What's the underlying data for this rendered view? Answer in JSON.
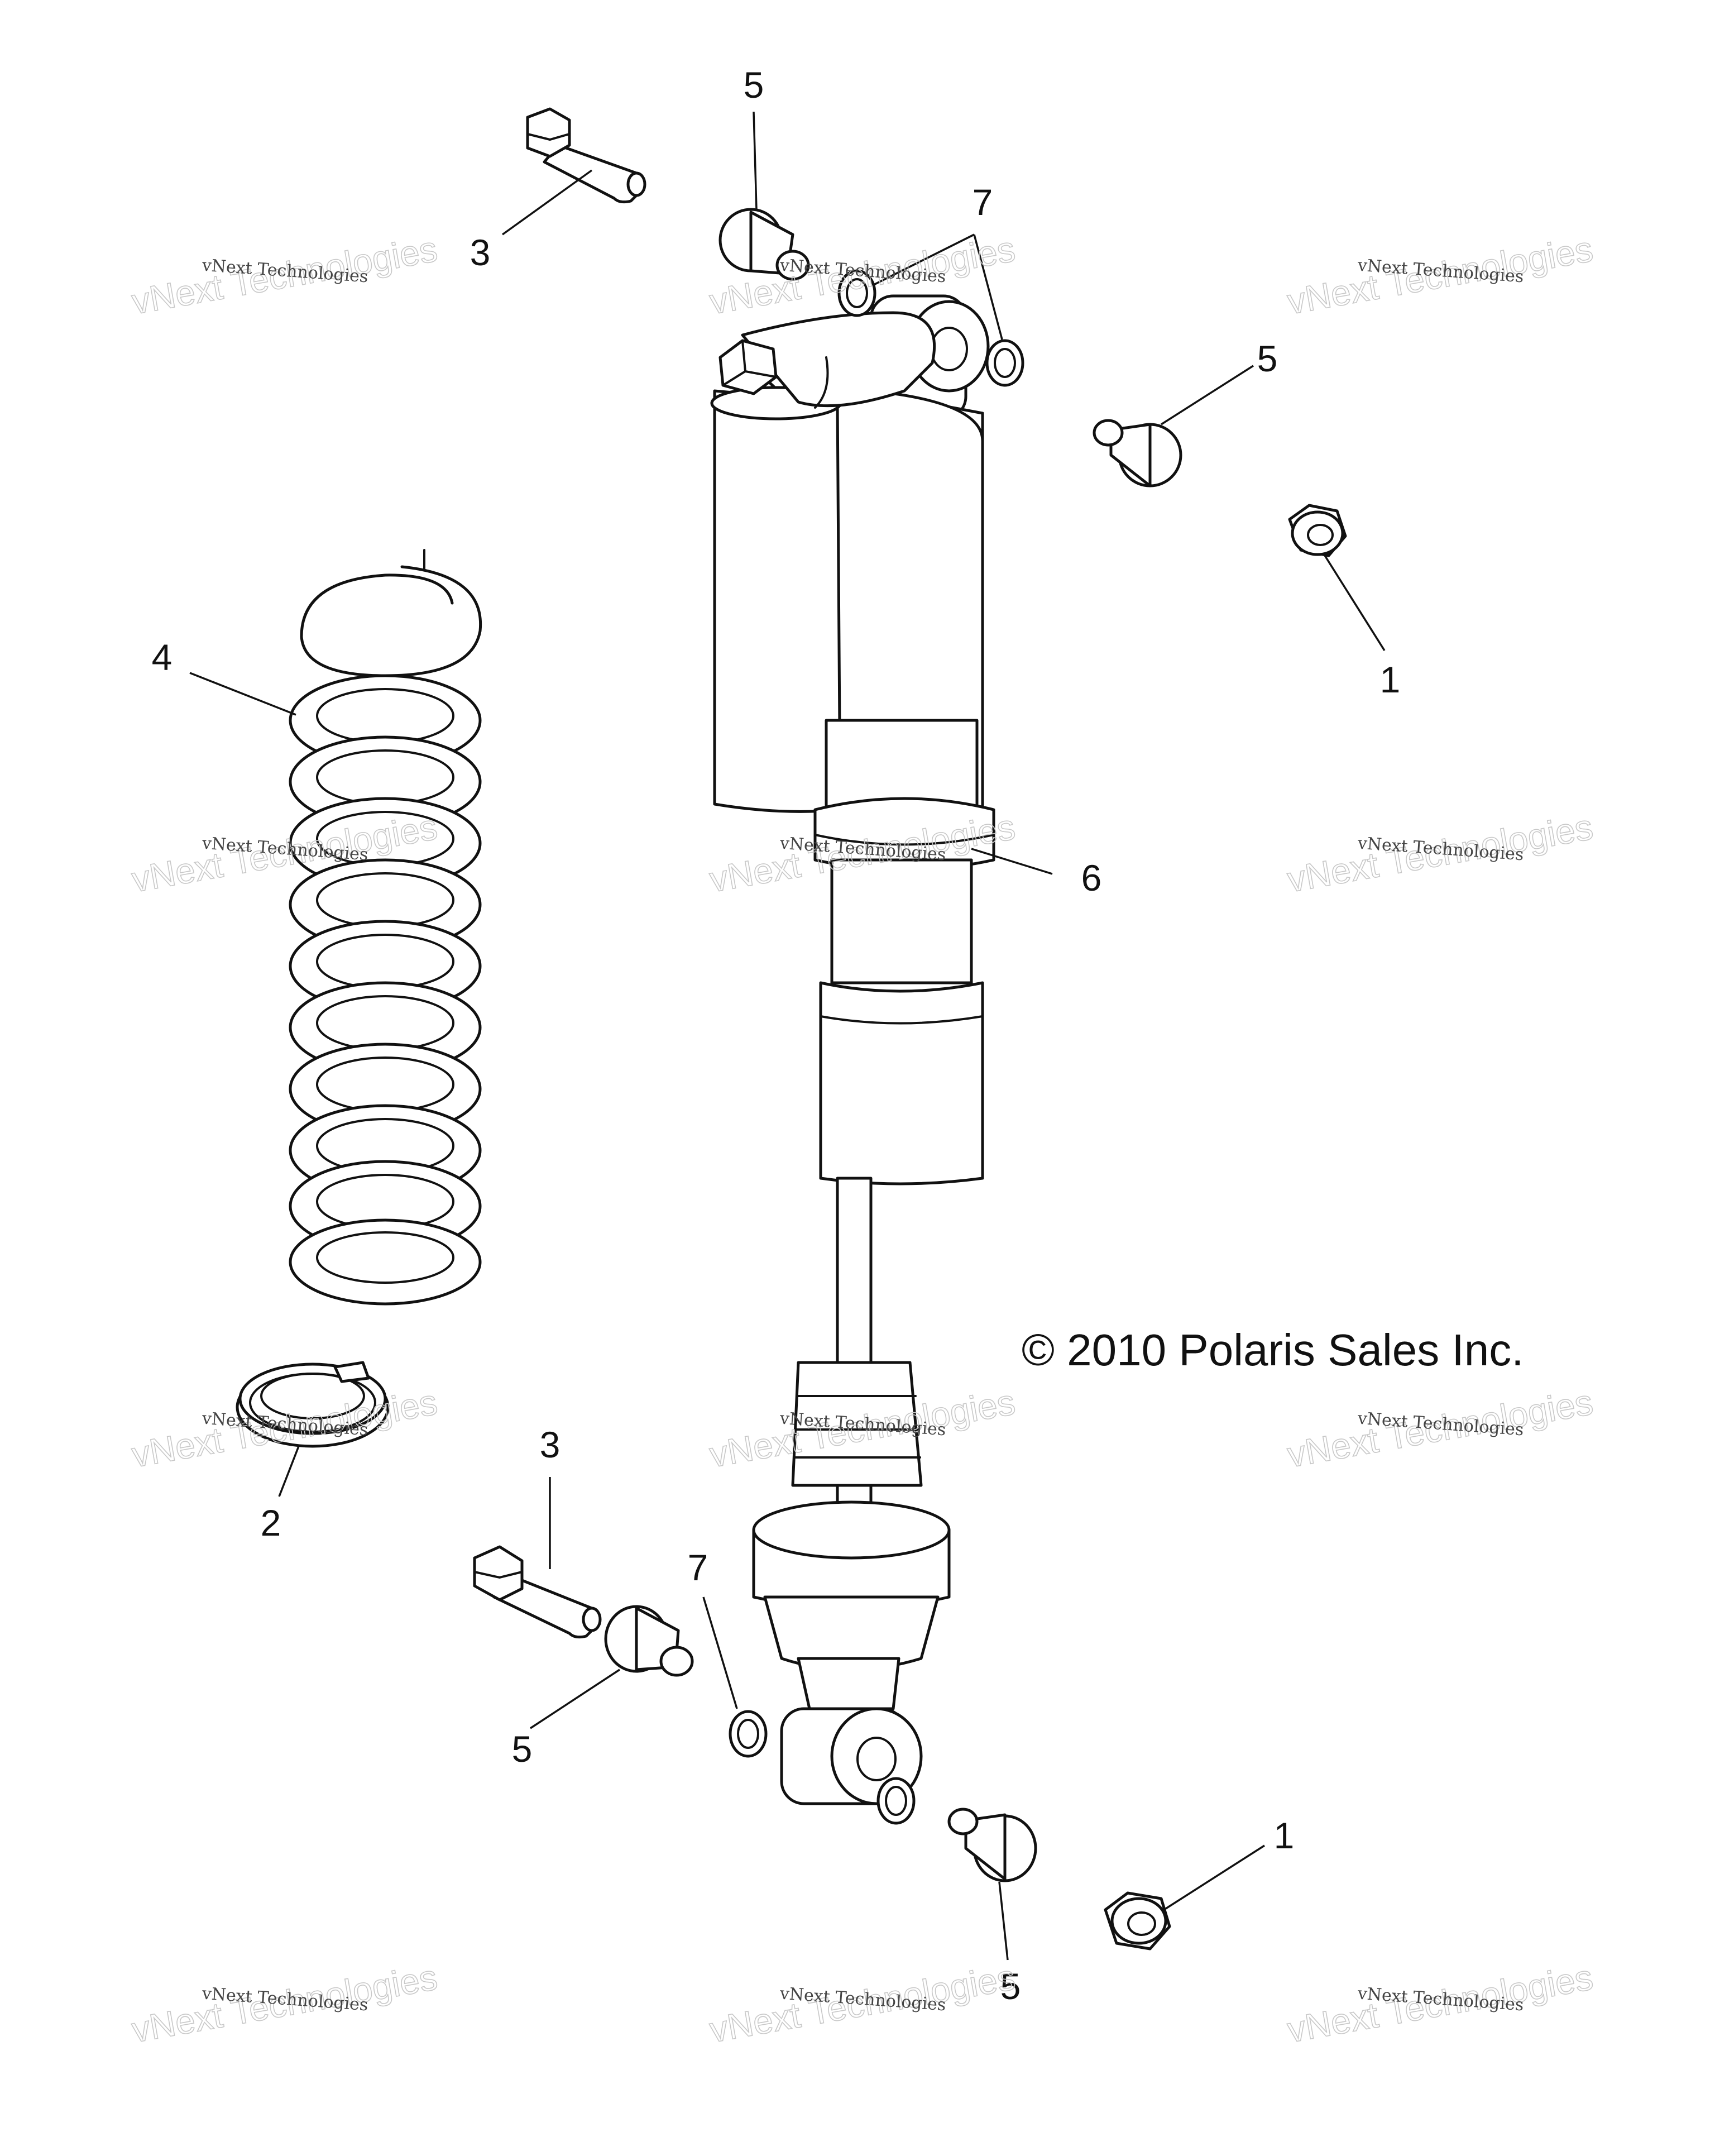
{
  "copyright": "© 2010 Polaris Sales Inc.",
  "callouts": {
    "c1a": "1",
    "c1b": "1",
    "c2": "2",
    "c3a": "3",
    "c3b": "3",
    "c4": "4",
    "c5a": "5",
    "c5b": "5",
    "c5c": "5",
    "c5d": "5",
    "c6": "6",
    "c7a": "7",
    "c7b": "7"
  },
  "watermark": {
    "line1": "vNext Technologies",
    "big": "vNext Technologies"
  }
}
